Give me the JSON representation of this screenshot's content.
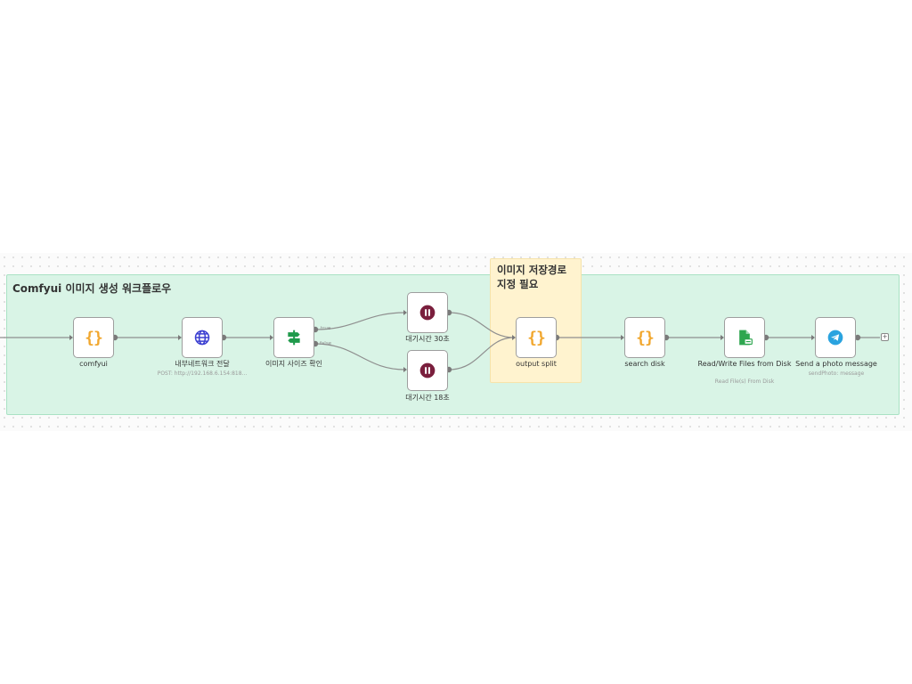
{
  "canvas": {
    "sticky_notes": {
      "group_title": "Comfyui 이미지 생성 워크플로우",
      "path_note": "이미지 저장경로 지정 필요"
    },
    "nodes": [
      {
        "id": "comfyui",
        "label": "comfyui",
        "subtitle": "",
        "icon": "braces-icon"
      },
      {
        "id": "internal-network",
        "label": "내부네트워크 전달",
        "subtitle": "POST: http://192.168.6.154:818...",
        "icon": "globe-icon"
      },
      {
        "id": "image-size-check",
        "label": "이미지 사이즈 확인",
        "subtitle": "",
        "icon": "signpost-icon"
      },
      {
        "id": "wait-30",
        "label": "대기시간 30초",
        "subtitle": "",
        "icon": "pause-icon"
      },
      {
        "id": "wait-18",
        "label": "대기시간 18초",
        "subtitle": "",
        "icon": "pause-icon"
      },
      {
        "id": "output-split",
        "label": "output split",
        "subtitle": "",
        "icon": "braces-icon"
      },
      {
        "id": "search-disk",
        "label": "search disk",
        "subtitle": "",
        "icon": "braces-icon"
      },
      {
        "id": "read-write-files",
        "label": "Read/Write Files from Disk",
        "subtitle": "Read File(s) From Disk",
        "icon": "file-icon"
      },
      {
        "id": "send-photo",
        "label": "Send a photo message",
        "subtitle": "sendPhoto: message",
        "icon": "telegram-icon"
      }
    ],
    "branch_labels": {
      "true": "true",
      "false": "false"
    },
    "add_button": "+",
    "colors": {
      "group_note": "#d9f4e6",
      "path_note": "#fff3cf",
      "braces": "#f1a72e",
      "pause": "#7a1f3d",
      "globe": "#3b3fd1",
      "signpost": "#1f9a4b",
      "file": "#2ea64f",
      "telegram": "#2aa3df"
    }
  }
}
